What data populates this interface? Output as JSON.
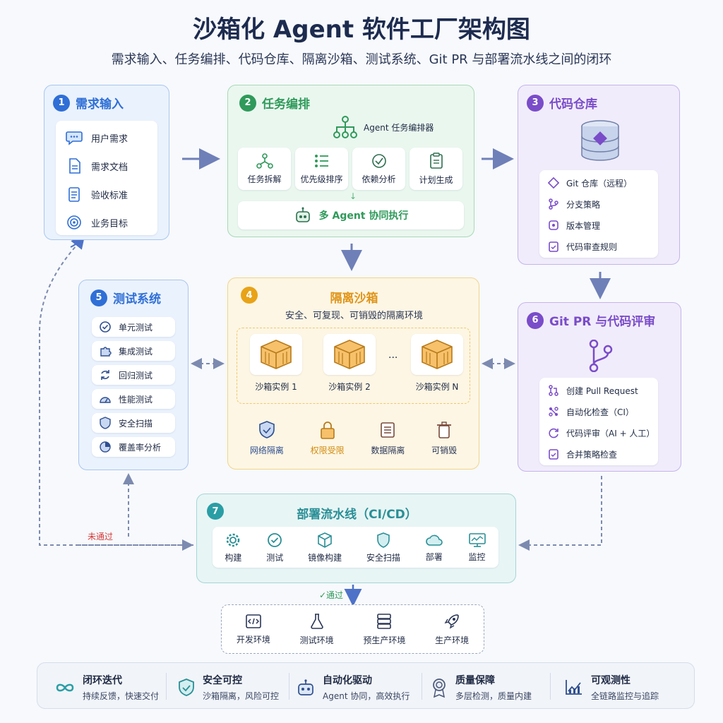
{
  "title": "沙箱化 Agent 软件工厂架构图",
  "subtitle": "需求输入、任务编排、代码仓库、隔离沙箱、测试系统、Git PR 与部署流水线之间的闭环",
  "colors": {
    "blue": "#2f6fd6",
    "green": "#2f9a5a",
    "purple": "#7a4cc9",
    "yellow": "#e8a317",
    "teal": "#2a9ea5",
    "red": "#d23a3a"
  },
  "s1": {
    "num": "1",
    "title": "需求输入",
    "items": [
      "用户需求",
      "需求文档",
      "验收标准",
      "业务目标"
    ],
    "icons": [
      "chat-icon",
      "document-icon",
      "checklist-icon",
      "target-icon"
    ]
  },
  "s2": {
    "num": "2",
    "title": "任务编排",
    "orchestrator": "Agent 任务编排器",
    "items": [
      "任务拆解",
      "优先级排序",
      "依赖分析",
      "计划生成"
    ],
    "icons": [
      "hierarchy-icon",
      "priority-list-icon",
      "dependency-icon",
      "plan-icon"
    ],
    "collab": "多 Agent 协同执行"
  },
  "s3": {
    "num": "3",
    "title": "代码仓库",
    "items": [
      "Git 仓库（远程）",
      "分支策略",
      "版本管理",
      "代码审查规则"
    ],
    "icons": [
      "git-icon",
      "branch-icon",
      "version-icon",
      "review-rule-icon"
    ]
  },
  "s4": {
    "num": "4",
    "title": "隔离沙箱",
    "subtitle": "安全、可复现、可销毁的隔离环境",
    "instances": [
      "沙箱实例 1",
      "沙箱实例 2",
      "沙箱实例 N"
    ],
    "ellipsis": "...",
    "features": [
      "网络隔离",
      "权限受限",
      "数据隔离",
      "可销毁"
    ],
    "feature_icons": [
      "shield-icon",
      "lock-icon",
      "data-icon",
      "trash-icon"
    ]
  },
  "s5": {
    "num": "5",
    "title": "测试系统",
    "items": [
      "单元测试",
      "集成测试",
      "回归测试",
      "性能测试",
      "安全扫描",
      "覆盖率分析"
    ],
    "icons": [
      "check-circle-icon",
      "puzzle-icon",
      "refresh-icon",
      "gauge-icon",
      "shield-icon",
      "pie-icon"
    ]
  },
  "s6": {
    "num": "6",
    "title": "Git PR 与代码评审",
    "items": [
      "创建 Pull Request",
      "自动化检查（CI）",
      "代码评审（AI + 人工）",
      "合并策略检查"
    ],
    "icons": [
      "pull-request-icon",
      "ci-icon",
      "review-icon",
      "merge-icon"
    ]
  },
  "s7": {
    "num": "7",
    "title": "部署流水线（CI/CD）",
    "items": [
      "构建",
      "测试",
      "镜像构建",
      "安全扫描",
      "部署",
      "监控"
    ],
    "icons": [
      "gear-icon",
      "check-circle-icon",
      "cube-icon",
      "shield-icon",
      "cloud-icon",
      "monitor-icon"
    ]
  },
  "labels": {
    "fail": "未通过",
    "pass": "✓通过"
  },
  "envs": {
    "items": [
      "开发环境",
      "测试环境",
      "预生产环境",
      "生产环境"
    ],
    "icons": [
      "code-icon",
      "flask-icon",
      "server-icon",
      "rocket-icon"
    ]
  },
  "footer": [
    {
      "title": "闭环迭代",
      "desc": "持续反馈，快速交付",
      "icon": "infinity-icon"
    },
    {
      "title": "安全可控",
      "desc": "沙箱隔离，风险可控",
      "icon": "shield-icon"
    },
    {
      "title": "自动化驱动",
      "desc": "Agent 协同，高效执行",
      "icon": "robot-icon"
    },
    {
      "title": "质量保障",
      "desc": "多层检测，质量内建",
      "icon": "medal-icon"
    },
    {
      "title": "可观测性",
      "desc": "全链路监控与追踪",
      "icon": "chart-icon"
    }
  ]
}
